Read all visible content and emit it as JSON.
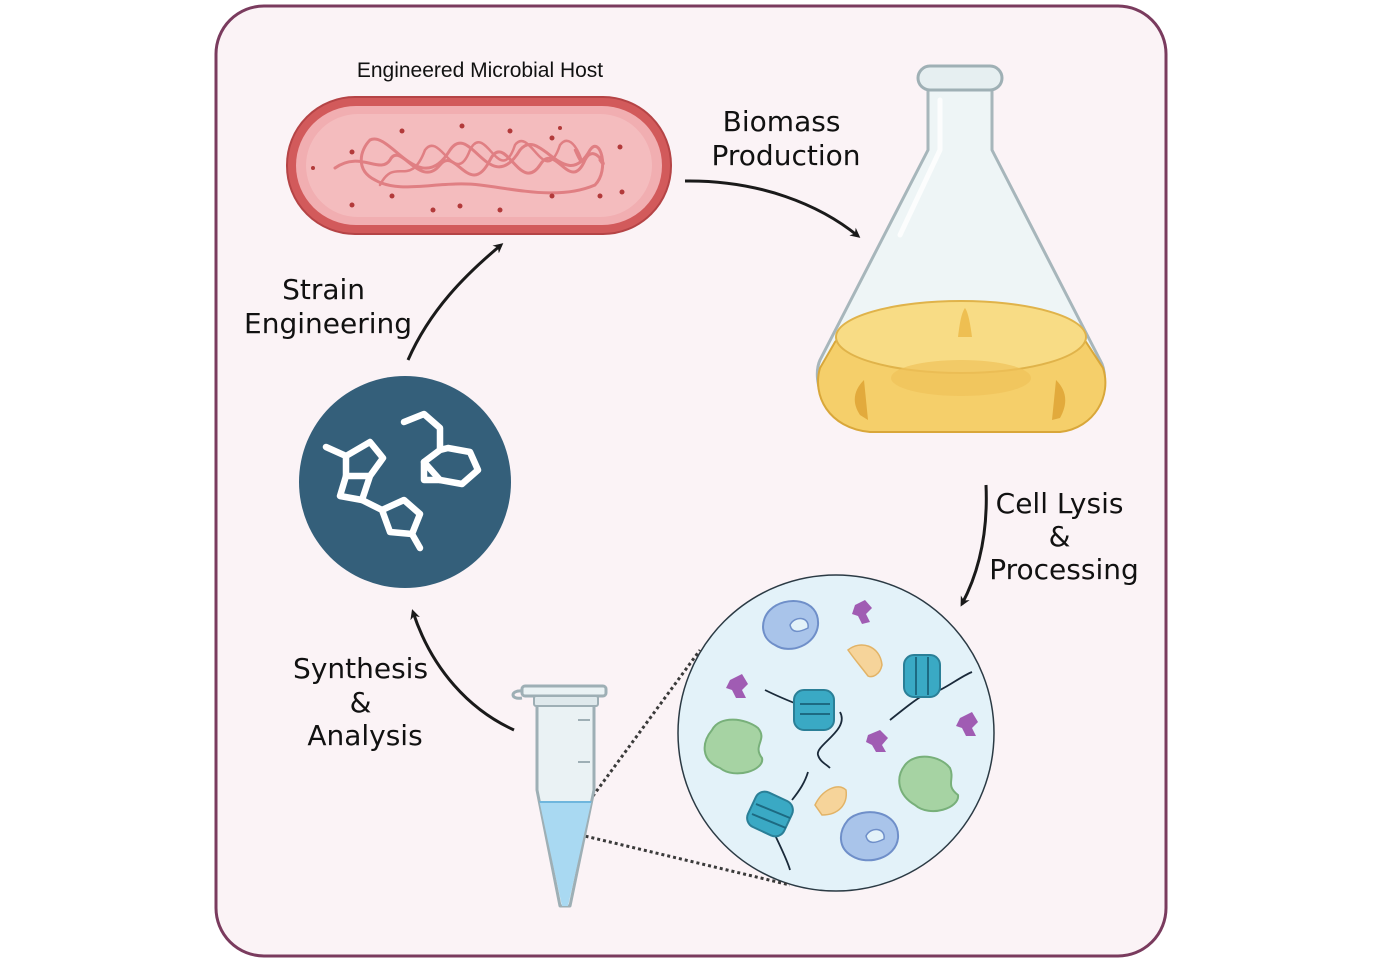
{
  "labels": {
    "host_title": "Engineered Microbial Host",
    "biomass": [
      "Biomass",
      "Production"
    ],
    "lysis": [
      "Cell Lysis",
      "&",
      "Processing"
    ],
    "synthesis": [
      "Synthesis",
      "&",
      "Analysis"
    ],
    "strain": [
      "Strain",
      "Engineering"
    ]
  },
  "colors": {
    "frame_border": "#7a3b5e",
    "frame_fill": "#fbf3f6",
    "cell_fill": "#f2b8bb",
    "cell_border": "#c9504f",
    "dna": "#e07f83",
    "dots": "#b23a3a",
    "flask_glass": "#e3eef0",
    "liquid": "#f5cf6a",
    "liquid_dark": "#e7b63f",
    "molecule_circle": "#345f7a",
    "tube_liquid": "#a9d9f2",
    "zoom_circle": "#e3f2f9",
    "protein_blue": "#a9c4ea",
    "protein_green": "#a6d3a3",
    "protein_peach": "#f6d49a",
    "nucleosome": "#3aa9c4",
    "purple": "#a05cb3",
    "arrow": "#1a1a1a"
  }
}
